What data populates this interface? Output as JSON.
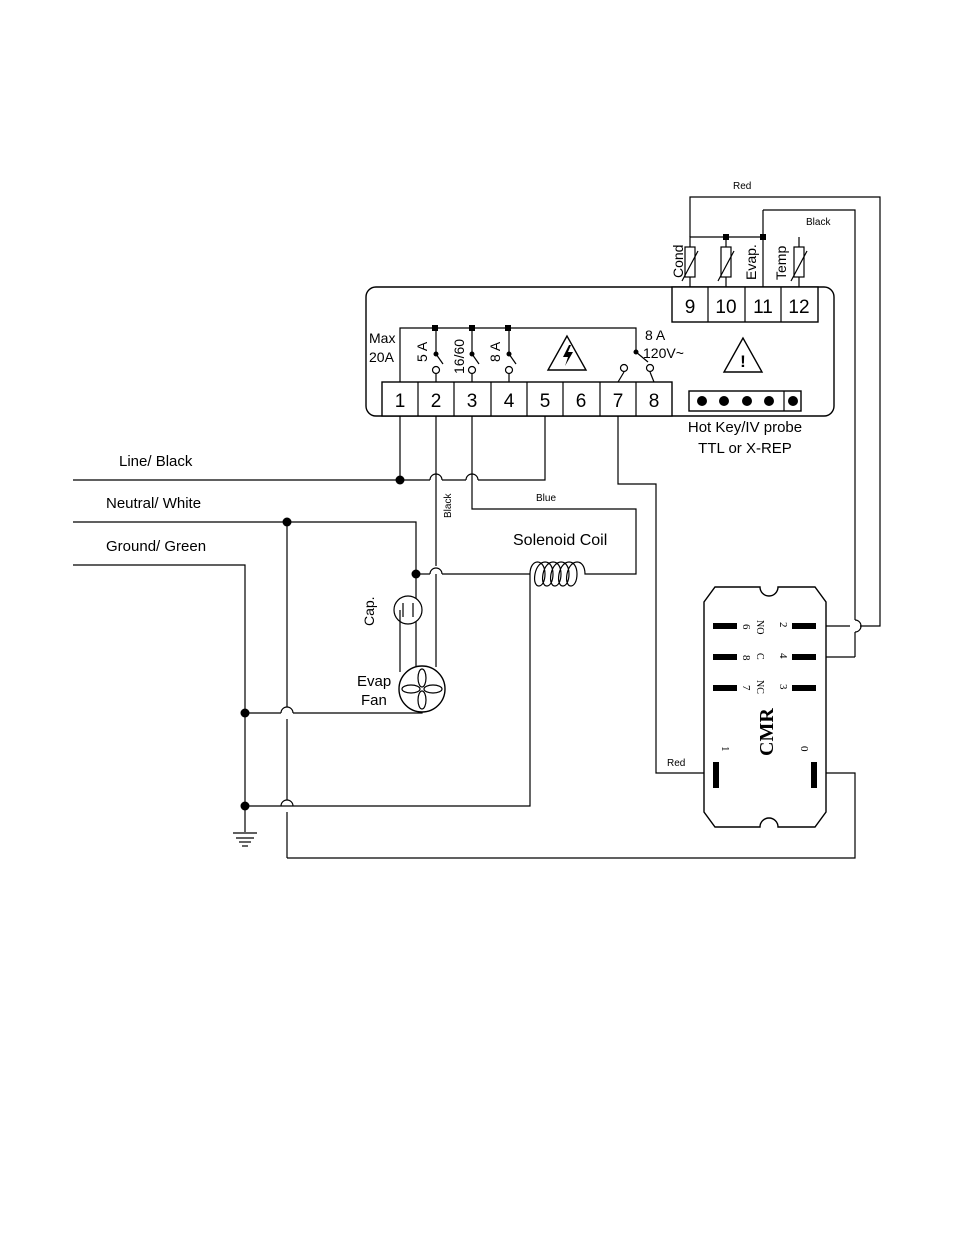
{
  "controller": {
    "max_label": "Max",
    "max_value": "20A",
    "relay_5a": "5 A",
    "relay_16_60": "16/60",
    "relay_8a": "8 A",
    "relay_out_rating": "8 A",
    "relay_out_voltage": "120V~",
    "terminals_bottom": [
      "1",
      "2",
      "3",
      "4",
      "5",
      "6",
      "7",
      "8"
    ],
    "terminals_top": [
      "9",
      "10",
      "11",
      "12"
    ],
    "hot_key_line1": "Hot Key/IV probe",
    "hot_key_line2": "TTL or X-REP"
  },
  "probes": [
    "Cond",
    "Evap.",
    "Temp"
  ],
  "wires": {
    "line": "Line/ Black",
    "neutral": "Neutral/ White",
    "ground": "Ground/ Green",
    "red_top": "Red",
    "black_top": "Black",
    "black_vertical": "Black",
    "blue": "Blue",
    "red_relay": "Red"
  },
  "components": {
    "solenoid": "Solenoid Coil",
    "capacitor": "Cap.",
    "fan_line1": "Evap",
    "fan_line2": "Fan"
  },
  "relay": {
    "brand": "CMR",
    "left_pins": [
      "6",
      "8",
      "7"
    ],
    "right_pins": [
      "2",
      "4",
      "3"
    ],
    "contact_labels": [
      "NO",
      "C",
      "NC"
    ],
    "coil_left": "1",
    "coil_right": "0"
  }
}
